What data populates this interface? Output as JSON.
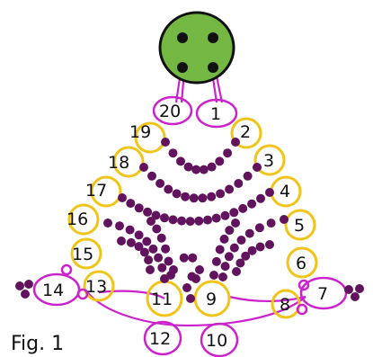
{
  "figure": {
    "caption": "Fig. 1",
    "loop_labels": [
      "1",
      "2",
      "3",
      "4",
      "5",
      "6",
      "7",
      "8",
      "9",
      "10",
      "11",
      "12",
      "13",
      "14",
      "15",
      "16",
      "17",
      "18",
      "19",
      "20"
    ]
  },
  "colors": {
    "loop_outline": "#cc22cc",
    "ring_outline": "#f0c419",
    "bead": "#62135e",
    "button_fill": "#74b843",
    "button_outline": "#111111",
    "button_holes": "#111111",
    "label_text": "#111111"
  },
  "icons": {
    "button": "green-four-hole-button",
    "bead": "purple-seed-bead",
    "ring": "yellow-ring",
    "loop": "magenta-oval-loop"
  }
}
